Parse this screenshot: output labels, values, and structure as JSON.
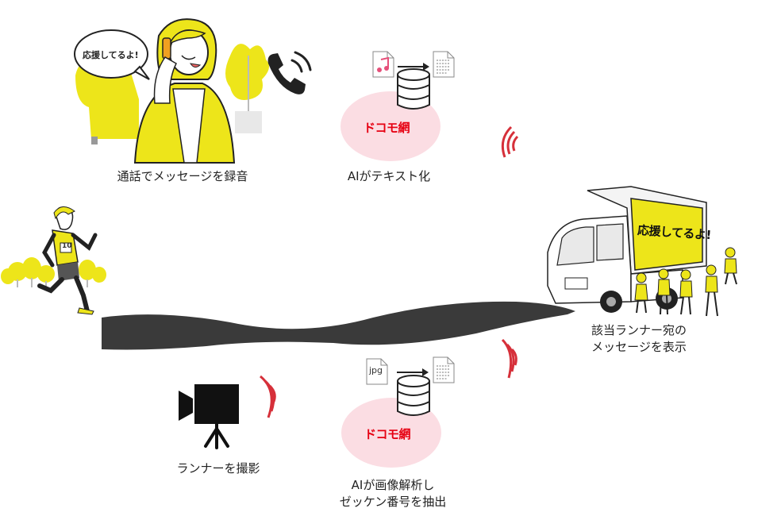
{
  "steps": {
    "record": {
      "caption": "通話でメッセージを録音",
      "bubble": "応援してるよ!"
    },
    "ai_text": {
      "caption": "AIがテキスト化",
      "network": "ドコモ網"
    },
    "camera": {
      "caption": "ランナーを撮影"
    },
    "ai_image": {
      "caption_line1": "AIが画像解析し",
      "caption_line2": "ゼッケン番号を抽出",
      "network": "ドコモ網",
      "file_label": "jpg"
    },
    "display": {
      "caption_line1": "該当ランナー宛の",
      "caption_line2": "メッセージを表示",
      "screen_text": "応援してるよ!"
    }
  },
  "runner": {
    "bib": "10"
  },
  "colors": {
    "accent_yellow": "#ede51a",
    "network_pink": "#fbdde3",
    "network_red": "#e60012",
    "signal_red": "#d6303a",
    "road": "#3a3a3a"
  },
  "icons": [
    "phone-icon",
    "music-file-icon",
    "document-icon",
    "database-icon",
    "camera-icon",
    "signal-icon",
    "arrow-icon"
  ]
}
